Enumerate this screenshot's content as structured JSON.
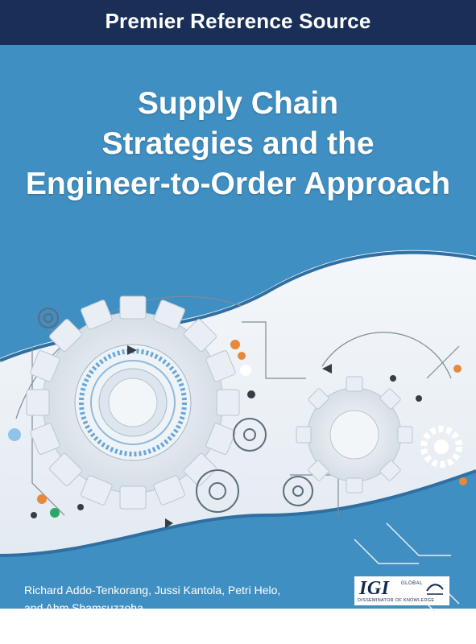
{
  "banner": {
    "label": "Premier Reference Source"
  },
  "book": {
    "title_lines": [
      "Supply Chain",
      "Strategies and the",
      "Engineer-to-Order Approach"
    ]
  },
  "authors": {
    "line1": "Richard Addo-Tenkorang, Jussi Kantola, Petri Helo,",
    "line2": "and Ahm Shamsuzzoha"
  },
  "publisher": {
    "logo_text": "IGI",
    "logo_sub": "GLOBAL",
    "tagline": "DISSEMINATOR OF KNOWLEDGE"
  },
  "colors": {
    "banner": "#1a2f57",
    "panel": "#3f8fc2",
    "accent_orange": "#e8883a",
    "accent_green": "#2aa86a",
    "gear_light": "#dfe7ee"
  },
  "icons": [
    "gear-icon",
    "arrow-icon"
  ]
}
